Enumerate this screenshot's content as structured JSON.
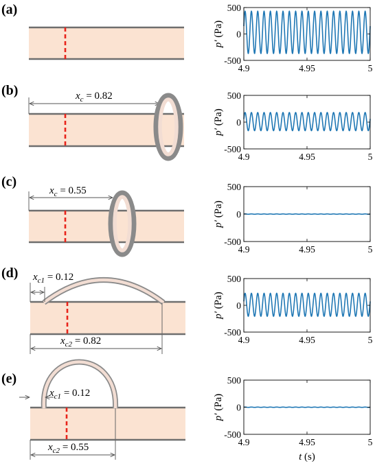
{
  "panels": [
    {
      "label": "(a)",
      "annotations": []
    },
    {
      "label": "(b)",
      "annotations": [
        {
          "var": "x",
          "sub": "c",
          "text": " = 0.82"
        }
      ]
    },
    {
      "label": "(c)",
      "annotations": [
        {
          "var": "x",
          "sub": "c",
          "text": " = 0.55"
        }
      ]
    },
    {
      "label": "(d)",
      "annotations": [
        {
          "var": "x",
          "sub": "c1",
          "text": " = 0.12"
        },
        {
          "var": "x",
          "sub": "c2",
          "text": " = 0.82"
        }
      ]
    },
    {
      "label": "(e)",
      "annotations": [
        {
          "var": "x",
          "sub": "c1",
          "text": " = 0.12"
        },
        {
          "var": "x",
          "sub": "c2",
          "text": " = 0.55"
        }
      ]
    }
  ],
  "colors": {
    "duct_fill": "#fbe3d2",
    "duct_wall": "#6e6e6e",
    "ring_fill": "#f2ddd3",
    "flame_line": "#e8241b",
    "signal_line": "#1f77b4"
  },
  "chart_data": [
    {
      "type": "line",
      "panel": "(a)",
      "xlabel": "",
      "ylabel": "p′ (Pa)",
      "xlim": [
        4.9,
        5
      ],
      "ylim": [
        -500,
        500
      ],
      "xticks": [
        "4.9",
        "4.95",
        "5"
      ],
      "yticks": [
        "500",
        "0",
        "-500"
      ],
      "series": [
        {
          "signal": "sinusoid",
          "amplitude": 400,
          "offset": 30,
          "cycles": 20
        }
      ]
    },
    {
      "type": "line",
      "panel": "(b)",
      "xlabel": "",
      "ylabel": "p′ (Pa)",
      "xlim": [
        4.9,
        5
      ],
      "ylim": [
        -500,
        500
      ],
      "xticks": [
        "4.9",
        "4.95",
        "5"
      ],
      "yticks": [
        "500",
        "0",
        "-500"
      ],
      "series": [
        {
          "signal": "sinusoid",
          "amplitude": 170,
          "offset": 10,
          "cycles": 20
        }
      ]
    },
    {
      "type": "line",
      "panel": "(c)",
      "xlabel": "",
      "ylabel": "p′ (Pa)",
      "xlim": [
        4.9,
        5
      ],
      "ylim": [
        -500,
        500
      ],
      "xticks": [
        "4.9",
        "4.95",
        "5"
      ],
      "yticks": [
        "500",
        "0",
        "-500"
      ],
      "series": [
        {
          "signal": "sinusoid",
          "amplitude": 3,
          "offset": 0,
          "cycles": 20
        }
      ]
    },
    {
      "type": "line",
      "panel": "(d)",
      "xlabel": "",
      "ylabel": "p′ (Pa)",
      "xlim": [
        4.9,
        5
      ],
      "ylim": [
        -500,
        500
      ],
      "xticks": [
        "4.9",
        "4.95",
        "5"
      ],
      "yticks": [
        "500",
        "0",
        "-500"
      ],
      "series": [
        {
          "signal": "sinusoid",
          "amplitude": 215,
          "offset": 10,
          "cycles": 20
        }
      ]
    },
    {
      "type": "line",
      "panel": "(e)",
      "xlabel": "t (s)",
      "ylabel": "p′ (Pa)",
      "xlim": [
        4.9,
        5
      ],
      "ylim": [
        -500,
        500
      ],
      "xticks": [
        "4.9",
        "4.95",
        "5"
      ],
      "yticks": [
        "500",
        "0",
        "-500"
      ],
      "series": [
        {
          "signal": "sinusoid",
          "amplitude": 3,
          "offset": 0,
          "cycles": 20
        }
      ]
    }
  ]
}
